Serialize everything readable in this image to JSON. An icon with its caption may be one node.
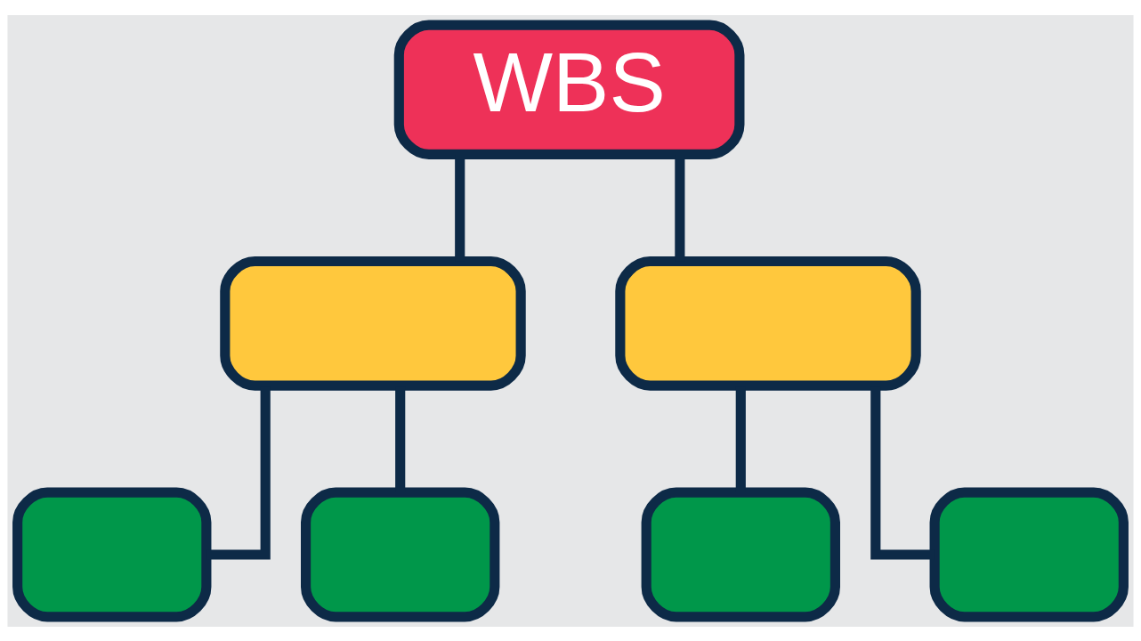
{
  "diagram": {
    "nodes": [
      {
        "text": [
          "WBS"
        ]
      },
      {
        "text": [],
        "shape": "box"
      },
      {
        "text": [],
        "shape": "box"
      },
      {
        "text": [],
        "shape": "box"
      },
      {
        "text": [],
        "shape": "box"
      },
      {
        "text": [],
        "shape": "box"
      },
      {
        "text": [],
        "shape": "box"
      }
    ],
    "edges": [
      {
        "from": 0,
        "to": 1,
        "arrow": "none"
      },
      {
        "from": 0,
        "to": 2,
        "arrow": "none"
      },
      {
        "from": 1,
        "to": 3,
        "arrow": "none"
      },
      {
        "from": 1,
        "to": 4,
        "arrow": "none"
      },
      {
        "from": 2,
        "to": 5,
        "arrow": "none"
      },
      {
        "from": 2,
        "to": 6,
        "arrow": "none"
      }
    ]
  }
}
